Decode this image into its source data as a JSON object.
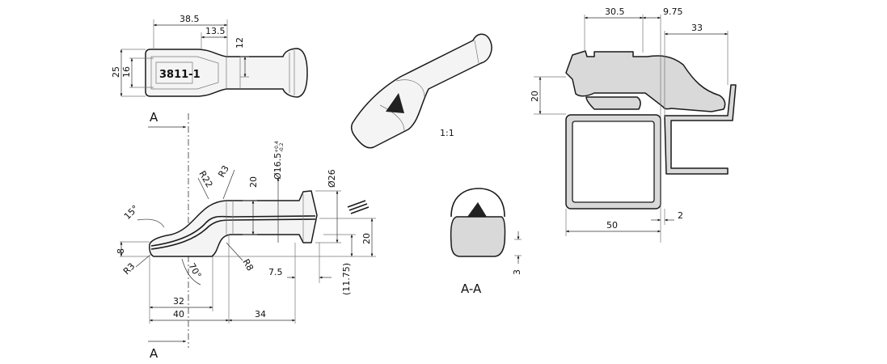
{
  "top_view": {
    "part_number": "3811-1",
    "dims": {
      "overall_body": "38.5",
      "taper": "13.5",
      "shaft_height": "12",
      "body_height": "25",
      "inner_height": "16"
    }
  },
  "side_view": {
    "section_label_top": "A",
    "section_label_bottom": "A",
    "dims": {
      "angle_top": "15°",
      "angle_bottom": "70°",
      "radius_large": "R22",
      "radius_small_top": "R3",
      "radius_small_tip": "R3",
      "radius_bottom": "R8",
      "tip_height": "8",
      "shaft_height": "20",
      "shaft_diameter": "Ø16.5",
      "shaft_tol_upper": "+0.4",
      "shaft_tol_lower": "-0.2",
      "knob_diameter": "Ø26",
      "axis_offset": "20",
      "ref_offset": "(11.75)",
      "knob_width": "7.5",
      "len_32": "32",
      "len_40": "40",
      "len_34": "34"
    }
  },
  "iso_view": {
    "scale": "1:1"
  },
  "section_view": {
    "label": "A-A",
    "dims": {
      "bottom": "3"
    }
  },
  "assembly_view": {
    "dims": {
      "pitch": "30.5",
      "offset": "9.75",
      "reach": "33",
      "height": "20",
      "tube_width": "50",
      "gap": "2"
    }
  }
}
